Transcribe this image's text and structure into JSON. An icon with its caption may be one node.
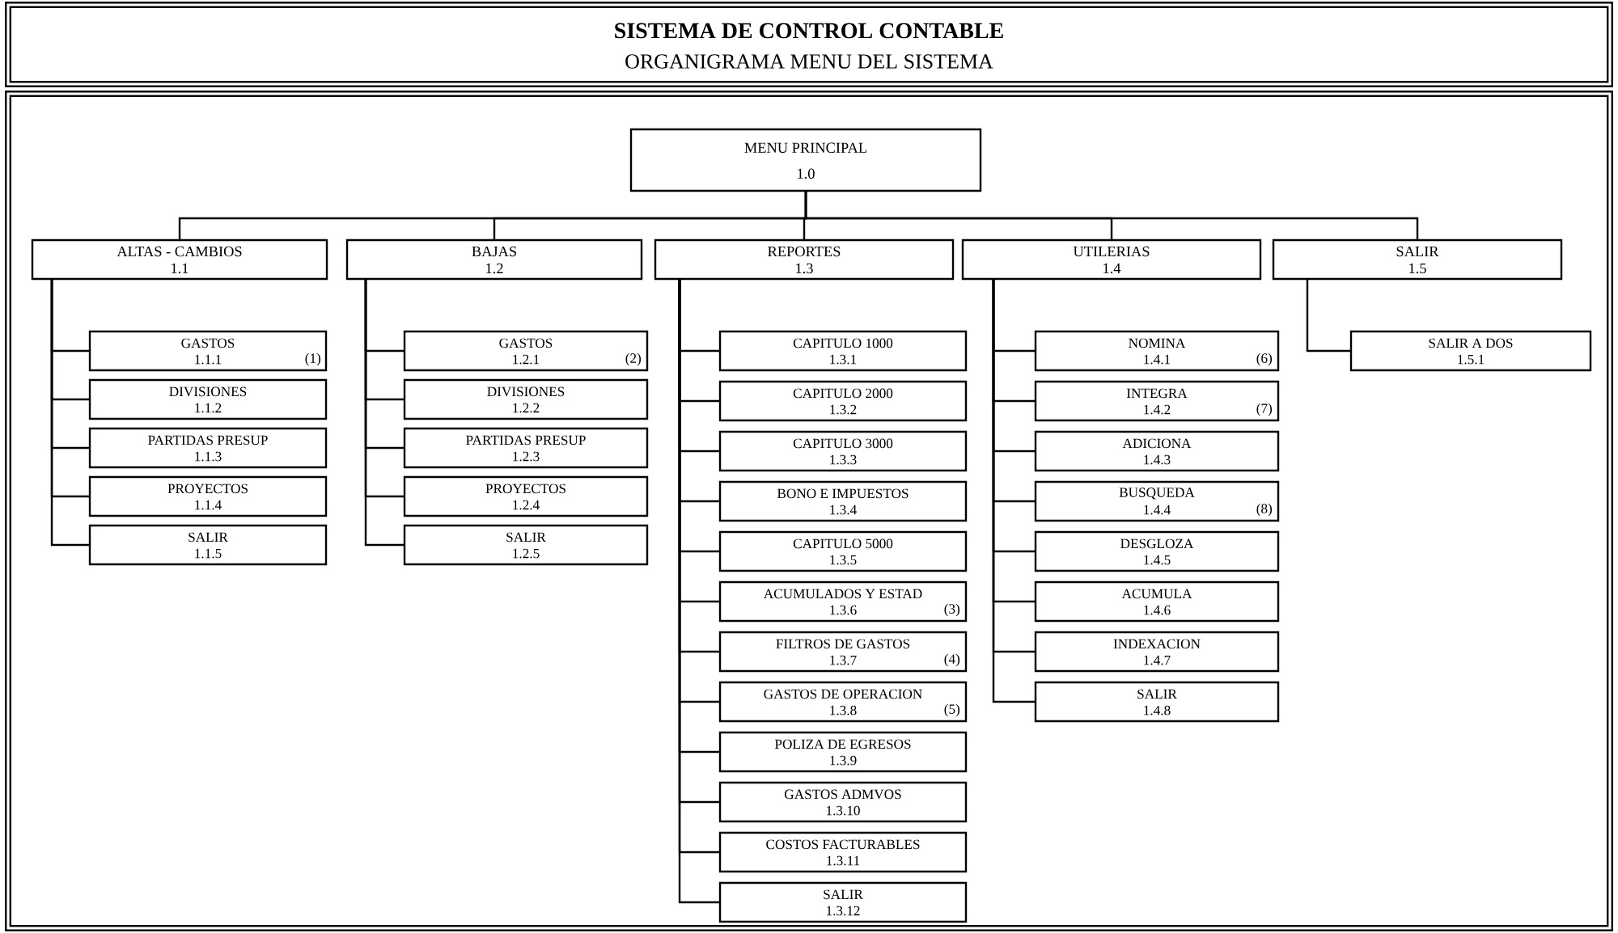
{
  "diagram": {
    "title": "SISTEMA DE CONTROL CONTABLE",
    "nodes": [
      {
        "text": [
          "MENU PRINCIPAL",
          "1.0"
        ]
      },
      {
        "text": [
          "ALTAS - CAMBIOS",
          "1.1"
        ]
      },
      {
        "text": [
          "BAJAS",
          "1.2"
        ]
      },
      {
        "text": [
          "REPORTES",
          "1.3"
        ]
      },
      {
        "text": [
          "UTILERIAS",
          "1.4"
        ]
      },
      {
        "text": [
          "SALIR",
          "1.5"
        ]
      },
      {
        "text": [
          "GASTOS",
          "1.1.1",
          "(1)"
        ]
      },
      {
        "text": [
          "DIVISIONES",
          "1.1.2"
        ]
      },
      {
        "text": [
          "PARTIDAS PRESUP",
          "1.1.3"
        ]
      },
      {
        "text": [
          "PROYECTOS",
          "1.1.4"
        ]
      },
      {
        "text": [
          "SALIR",
          "1.1.5"
        ]
      },
      {
        "text": [
          "GASTOS",
          "1.2.1",
          "(2)"
        ]
      },
      {
        "text": [
          "DIVISIONES",
          "1.2.2"
        ]
      },
      {
        "text": [
          "PARTIDAS PRESUP",
          "1.2.3"
        ]
      },
      {
        "text": [
          "PROYECTOS",
          "1.2.4"
        ]
      },
      {
        "text": [
          "SALIR",
          "1.2.5"
        ]
      },
      {
        "text": [
          "CAPITULO 1000",
          "1.3.1"
        ]
      },
      {
        "text": [
          "CAPITULO 2000",
          "1.3.2"
        ]
      },
      {
        "text": [
          "CAPITULO 3000",
          "1.3.3"
        ]
      },
      {
        "text": [
          "BONO E IMPUESTOS",
          "1.3.4"
        ]
      },
      {
        "text": [
          "CAPITULO 5000",
          "1.3.5"
        ]
      },
      {
        "text": [
          "ACUMULADOS Y ESTAD",
          "1.3.6",
          "(3)"
        ]
      },
      {
        "text": [
          "FILTROS DE GASTOS",
          "1.3.7",
          "(4)"
        ]
      },
      {
        "text": [
          "GASTOS DE OPERACION",
          "1.3.8",
          "(5)"
        ]
      },
      {
        "text": [
          "POLIZA DE EGRESOS",
          "1.3.9"
        ]
      },
      {
        "text": [
          "GASTOS ADMVOS",
          "1.3.10"
        ]
      },
      {
        "text": [
          "COSTOS FACTURABLES",
          "1.3.11"
        ]
      },
      {
        "text": [
          "SALIR",
          "1.3.12"
        ]
      },
      {
        "text": [
          "NOMINA",
          "1.4.1",
          "(6)"
        ]
      },
      {
        "text": [
          "INTEGRA",
          "1.4.2",
          "(7)"
        ]
      },
      {
        "text": [
          "ADICIONA",
          "1.4.3"
        ]
      },
      {
        "text": [
          "BUSQUEDA",
          "1.4.4",
          "(8)"
        ]
      },
      {
        "text": [
          "DESGLOZA",
          "1.4.5"
        ]
      },
      {
        "text": [
          "ACUMULA",
          "1.4.6"
        ]
      },
      {
        "text": [
          "INDEXACION",
          "1.4.7"
        ]
      },
      {
        "text": [
          "SALIR",
          "1.4.8"
        ]
      },
      {
        "text": [
          "SALIR A DOS",
          "1.5.1"
        ]
      }
    ],
    "edges": [
      {
        "from": 0,
        "to": 1,
        "arrow": "none"
      },
      {
        "from": 0,
        "to": 2,
        "arrow": "none"
      },
      {
        "from": 0,
        "to": 3,
        "arrow": "none"
      },
      {
        "from": 0,
        "to": 4,
        "arrow": "none"
      },
      {
        "from": 0,
        "to": 5,
        "arrow": "none"
      },
      {
        "from": 1,
        "to": 6,
        "arrow": "none"
      },
      {
        "from": 1,
        "to": 7,
        "arrow": "none"
      },
      {
        "from": 1,
        "to": 8,
        "arrow": "none"
      },
      {
        "from": 1,
        "to": 9,
        "arrow": "none"
      },
      {
        "from": 1,
        "to": 10,
        "arrow": "none"
      },
      {
        "from": 2,
        "to": 11,
        "arrow": "none"
      },
      {
        "from": 2,
        "to": 12,
        "arrow": "none"
      },
      {
        "from": 2,
        "to": 13,
        "arrow": "none"
      },
      {
        "from": 2,
        "to": 14,
        "arrow": "none"
      },
      {
        "from": 2,
        "to": 15,
        "arrow": "none"
      },
      {
        "from": 3,
        "to": 16,
        "arrow": "none"
      },
      {
        "from": 3,
        "to": 17,
        "arrow": "none"
      },
      {
        "from": 3,
        "to": 18,
        "arrow": "none"
      },
      {
        "from": 3,
        "to": 19,
        "arrow": "none"
      },
      {
        "from": 3,
        "to": 20,
        "arrow": "none"
      },
      {
        "from": 3,
        "to": 21,
        "arrow": "none"
      },
      {
        "from": 3,
        "to": 22,
        "arrow": "none"
      },
      {
        "from": 3,
        "to": 23,
        "arrow": "none"
      },
      {
        "from": 3,
        "to": 24,
        "arrow": "none"
      },
      {
        "from": 3,
        "to": 25,
        "arrow": "none"
      },
      {
        "from": 3,
        "to": 26,
        "arrow": "none"
      },
      {
        "from": 3,
        "to": 27,
        "arrow": "none"
      },
      {
        "from": 4,
        "to": 28,
        "arrow": "none"
      },
      {
        "from": 4,
        "to": 29,
        "arrow": "none"
      },
      {
        "from": 4,
        "to": 30,
        "arrow": "none"
      },
      {
        "from": 4,
        "to": 31,
        "arrow": "none"
      },
      {
        "from": 4,
        "to": 32,
        "arrow": "none"
      },
      {
        "from": 4,
        "to": 33,
        "arrow": "none"
      },
      {
        "from": 4,
        "to": 34,
        "arrow": "none"
      },
      {
        "from": 4,
        "to": 35,
        "arrow": "none"
      },
      {
        "from": 5,
        "to": 36,
        "arrow": "none"
      }
    ],
    "labels": [
      "ORGANIGRAMA MENU DEL SISTEMA"
    ]
  }
}
